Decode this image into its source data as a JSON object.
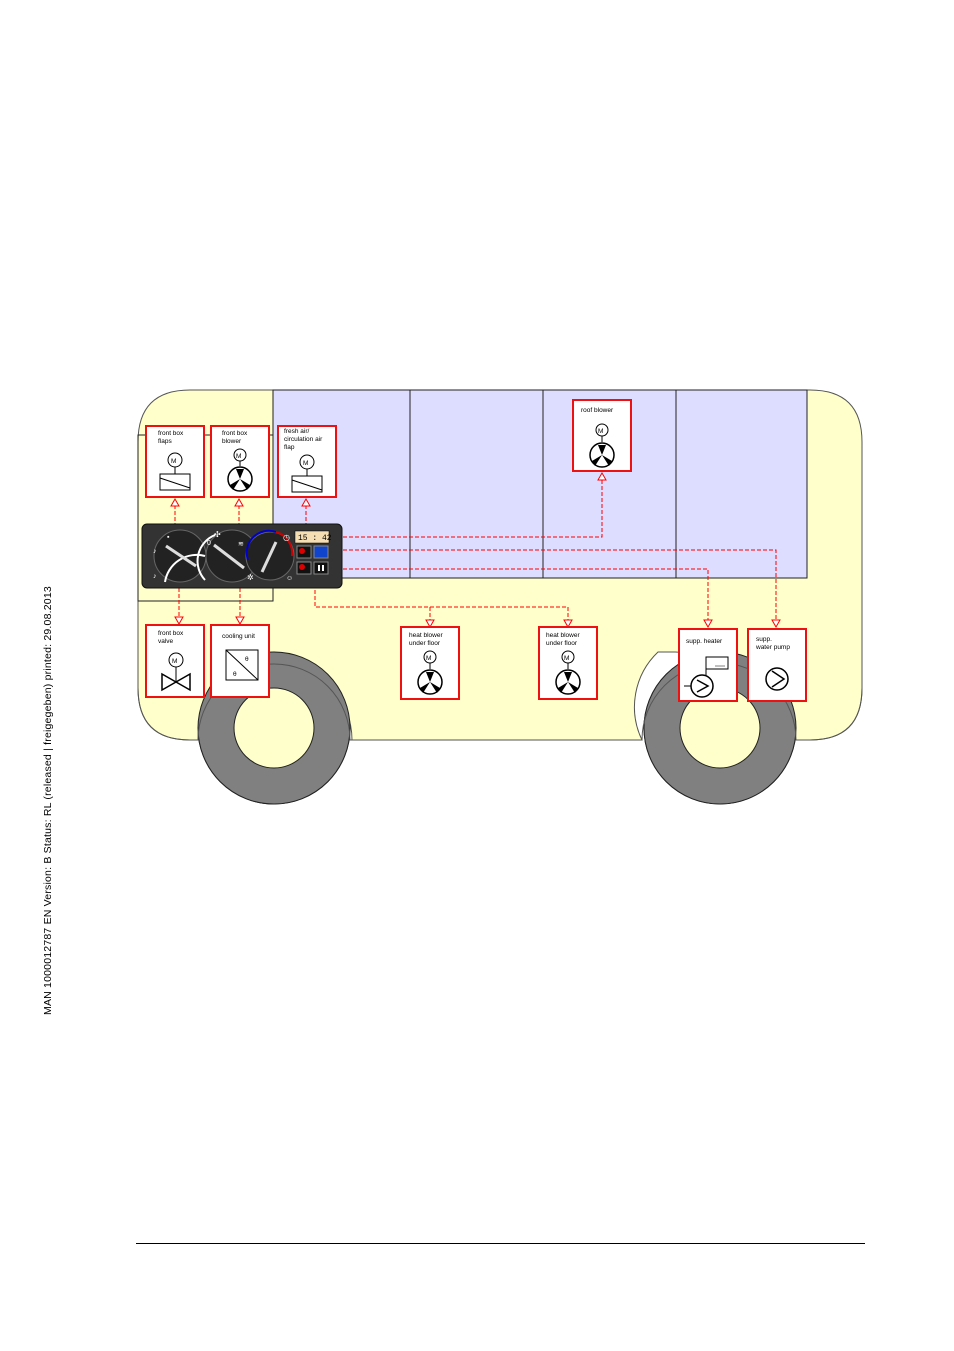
{
  "side_text": "MAN  1000012787  EN  Version: B  Status: RL (released | freigegeben)  printed: 29.08.2013",
  "colors": {
    "bus_body": "#ffffcc",
    "cabin_glass": "#ddddff",
    "component_border": "#ee1111",
    "wheel": "#808080",
    "panel": "#333333",
    "line": "#ff0000"
  },
  "control_panel": {
    "clock": "15 : 42",
    "zero_mark": "0"
  },
  "components": {
    "front_box_flaps": {
      "label_lines": [
        "front box",
        "flaps"
      ],
      "icon": "motor-flap-icon"
    },
    "front_box_blower": {
      "label_lines": [
        "front box",
        "blower"
      ],
      "icon": "motor-fan-icon"
    },
    "fresh_air_flap": {
      "label_lines": [
        "fresh air/",
        "circulation air",
        "flap"
      ],
      "icon": "motor-flap-icon"
    },
    "roof_blower": {
      "label_lines": [
        "roof blower"
      ],
      "icon": "motor-fan-icon"
    },
    "front_box_valve": {
      "label_lines": [
        "front box",
        "valve"
      ],
      "icon": "motor-valve-icon"
    },
    "cooling_unit": {
      "label_lines": [
        "cooling unit"
      ],
      "icon": "cooling-unit-icon"
    },
    "heat_blower_1": {
      "label_lines": [
        "heat blower",
        "under floor"
      ],
      "icon": "motor-fan-icon"
    },
    "heat_blower_2": {
      "label_lines": [
        "heat blower",
        "under floor"
      ],
      "icon": "motor-fan-icon"
    },
    "supp_heater": {
      "label_lines": [
        "supp. heater"
      ],
      "icon": "heater-icon"
    },
    "supp_water_pump": {
      "label_lines": [
        "supp.",
        "water pump"
      ],
      "icon": "pump-icon"
    }
  },
  "motor_letter": "M"
}
